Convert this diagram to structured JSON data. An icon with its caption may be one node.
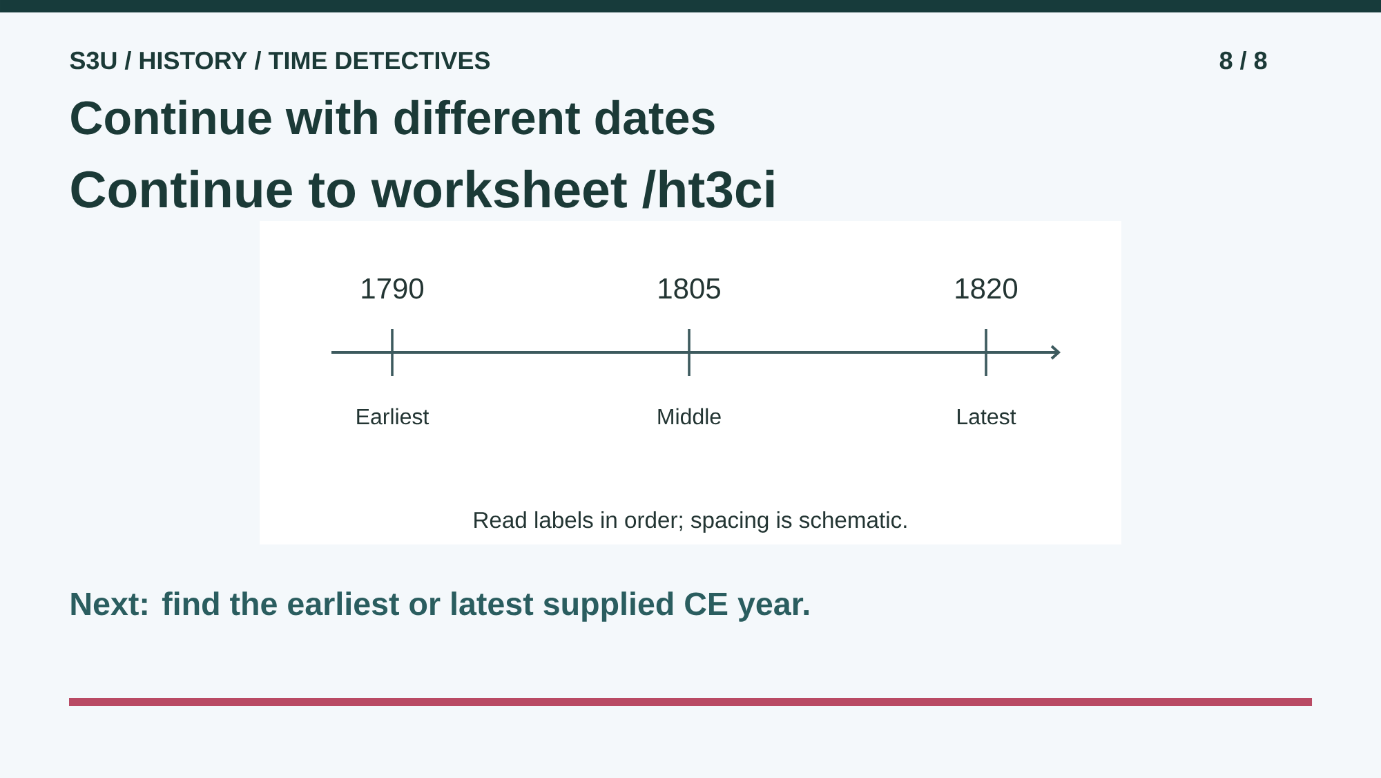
{
  "diagram": {
    "title": "Continue with different dates",
    "nodes": [
      {
        "text": [
          "1790",
          "1805",
          "1820",
          "Earliest",
          "Middle",
          "Latest",
          "Read labels in order; spacing is schematic."
        ]
      }
    ],
    "labels": [
      "S3U / HISTORY / TIME DETECTIVES",
      "8 / 8",
      "Continue to worksheet /ht3ci",
      "Next: find the earliest or latest supplied CE year."
    ]
  }
}
